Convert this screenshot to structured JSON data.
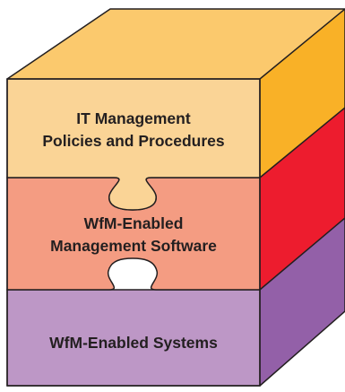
{
  "diagram": {
    "layers": [
      {
        "id": "top",
        "lines": [
          "IT Management",
          "Policies and Procedures"
        ],
        "front_color": "#fad496",
        "side_color": "#f9b127"
      },
      {
        "id": "middle",
        "lines": [
          "WfM-Enabled",
          "Management Software"
        ],
        "front_color": "#f49c82",
        "side_color": "#ed1c2e"
      },
      {
        "id": "bottom",
        "lines": [
          "WfM-Enabled Systems"
        ],
        "front_color": "#bd97c6",
        "side_color": "#9360a8"
      }
    ],
    "top_face_color": "#fbc96d",
    "outline_color": "#231f20"
  }
}
